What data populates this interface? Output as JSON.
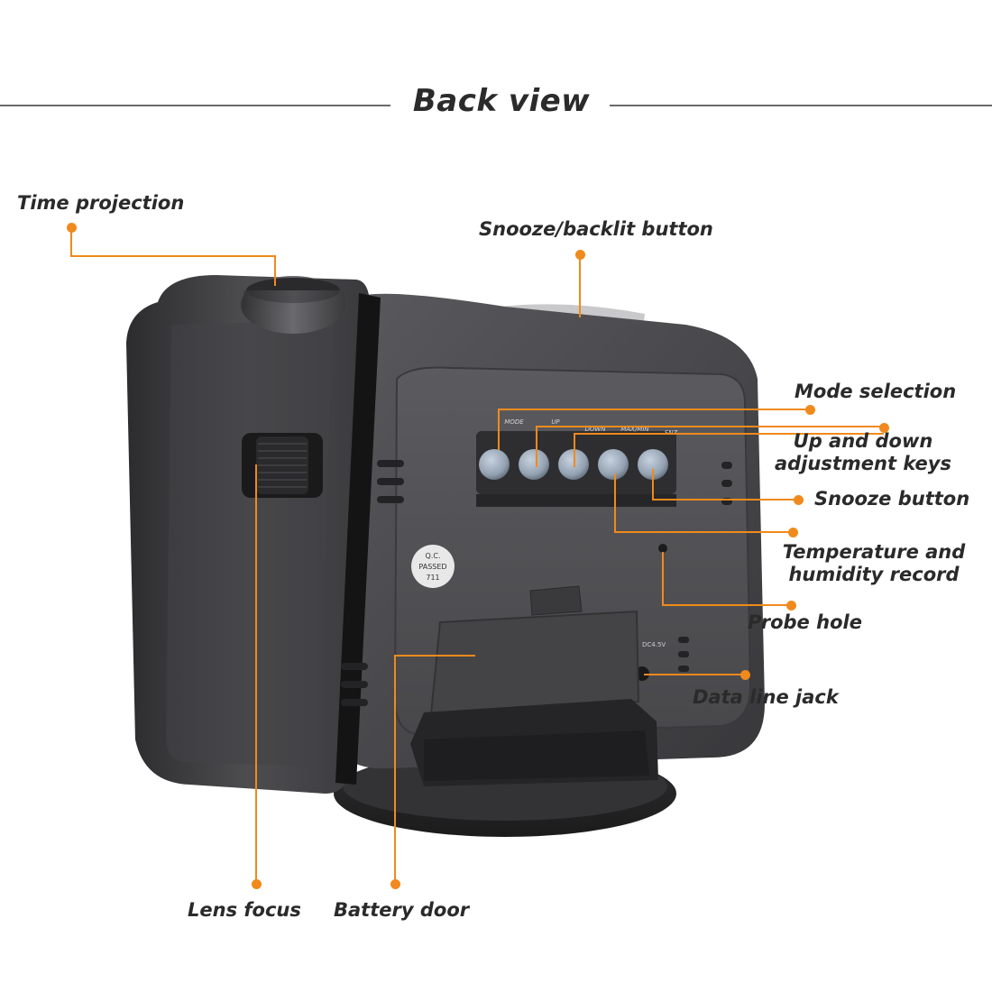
{
  "title": "Back view",
  "labels": {
    "time_projection": "Time projection",
    "snooze_backlit": "Snooze/backlit button",
    "mode_selection": "Mode selection",
    "up_down_1": "Up and down",
    "up_down_2": "adjustment keys",
    "snooze_button": "Snooze button",
    "temp_humidity_1": "Temperature and",
    "temp_humidity_2": "humidity record",
    "probe_hole": "Probe hole",
    "data_line_jack": "Data line jack",
    "lens_focus": "Lens focus",
    "battery_door": "Battery door"
  },
  "device_markings": {
    "btn_mode": "MODE",
    "btn_up": "UP",
    "btn_down": "DOWN",
    "btn_maxmin": "MAX/MIN",
    "btn_snz": "SNZ",
    "qc_1": "Q.C.",
    "qc_2": "PASSED",
    "qc_3": "711",
    "dc": "DC4.5V"
  },
  "colors": {
    "accent": "#f08a1c",
    "device_body": "#4a4a4d",
    "text": "#2a2a2a"
  }
}
